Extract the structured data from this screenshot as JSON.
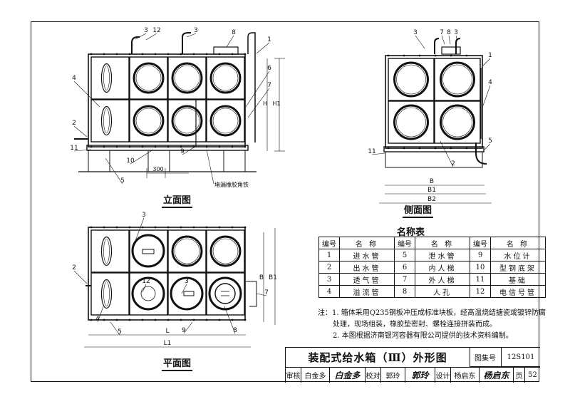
{
  "views": {
    "elevation": {
      "title": "立面图"
    },
    "side": {
      "title": "侧面图"
    },
    "plan": {
      "title": "平面图"
    }
  },
  "callouts": {
    "elevation": [
      "3",
      "12",
      "3",
      "8",
      "1",
      "6",
      "7",
      "4",
      "2",
      "11",
      "10",
      "9",
      "5"
    ],
    "side": [
      "3",
      "7",
      "8",
      "3",
      "1",
      "4",
      "5",
      "11",
      "2"
    ],
    "plan": [
      "3",
      "12",
      "3",
      "2",
      "7",
      "4",
      "9",
      "5",
      "8"
    ]
  },
  "dimensions": {
    "pitch": "300",
    "leak_strip": "堵漏橡胶角铁",
    "side_widths": [
      "B",
      "B1",
      "B2"
    ],
    "plan_lengths": [
      "L",
      "L1"
    ],
    "plan_widths": [
      "B",
      "B1"
    ],
    "heights": [
      "H",
      "H1"
    ]
  },
  "legend": {
    "title": "名称表",
    "headers": [
      "编号",
      "名 称",
      "编号",
      "名 称",
      "编号",
      "名 称"
    ],
    "rows": [
      [
        "1",
        "进水管",
        "5",
        "泄水管",
        "9",
        "水位计"
      ],
      [
        "2",
        "出水管",
        "6",
        "内人梯",
        "10",
        "型钢底架"
      ],
      [
        "3",
        "透气管",
        "7",
        "外人梯",
        "11",
        "基础"
      ],
      [
        "4",
        "溢流管",
        "8",
        "人孔",
        "12",
        "电信号管"
      ]
    ]
  },
  "notes": {
    "label": "注：",
    "items": [
      "1. 箱体采用Q235钢板冲压成标准块板，经高温烧结搪瓷或镀锌防腐",
      "处理，现场组装，橡胶垫密封、螺栓连接拼装而成。",
      "2. 本图根据济南银河容器有限公司提供的技术资料编制。"
    ]
  },
  "title_block": {
    "title": "装配式给水箱（Ⅲ）外形图",
    "atlas_label": "图集号",
    "atlas_no": "12S101",
    "review_label": "审核",
    "reviewer": "白金多",
    "reviewer_sig": "白金多",
    "check_label": "校对",
    "checker": "郭玲",
    "checker_sig": "郭玲",
    "design_label": "设计",
    "designer": "杨启东",
    "designer_sig": "杨启东",
    "page_label": "页",
    "page_no": "52"
  }
}
